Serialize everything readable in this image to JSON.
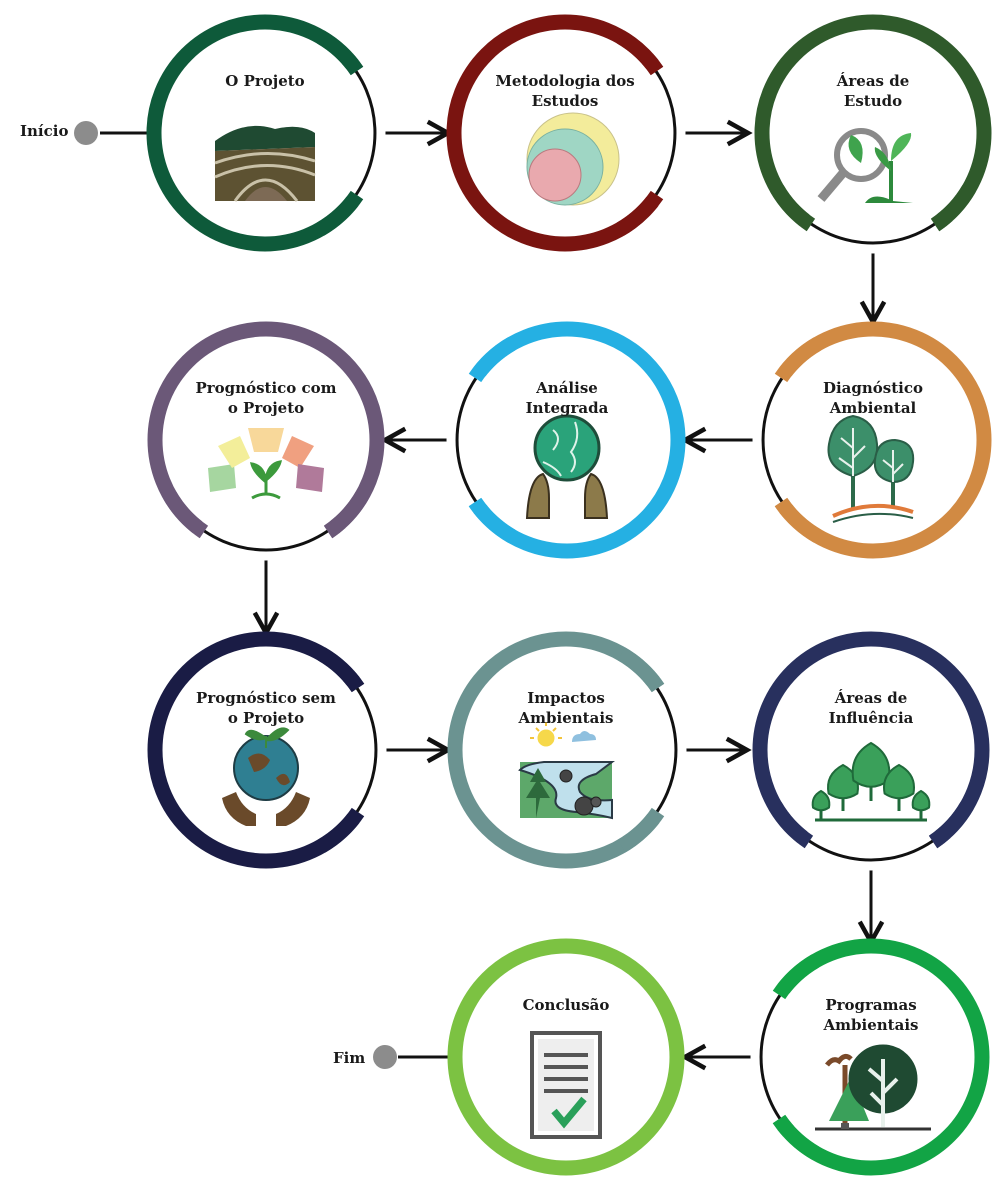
{
  "start_label": "Início",
  "end_label": "Fim",
  "nodes": [
    {
      "id": "projeto",
      "title": "O Projeto",
      "color": "#0e5a3a",
      "icon": "soil-layers-icon"
    },
    {
      "id": "metodologia",
      "title": "Metodologia dos\nEstudos",
      "color": "#7a1410",
      "icon": "nested-circles-icon"
    },
    {
      "id": "areas-estudo",
      "title": "Áreas de\nEstudo",
      "color": "#2f5a2b",
      "icon": "magnifier-sprout-icon"
    },
    {
      "id": "diagnostico",
      "title": "Diagnóstico\nAmbiental",
      "color": "#d18a43",
      "icon": "trees-icon"
    },
    {
      "id": "analise",
      "title": "Análise\nIntegrada",
      "color": "#25b0e3",
      "icon": "hands-globe-icon"
    },
    {
      "id": "prog-com",
      "title": "Prognóstico com\no Projeto",
      "color": "#6b5878",
      "icon": "gauge-sprout-icon"
    },
    {
      "id": "prog-sem",
      "title": "Prognóstico sem\no Projeto",
      "color": "#1a1c45",
      "icon": "hands-earth-icon"
    },
    {
      "id": "impactos",
      "title": "Impactos\nAmbientais",
      "color": "#6b9391",
      "icon": "landscape-icon"
    },
    {
      "id": "areas-influencia",
      "title": "Áreas de\nInfluência",
      "color": "#28305e",
      "icon": "forest-icon"
    },
    {
      "id": "programas",
      "title": "Programas\nAmbientais",
      "color": "#12a445",
      "icon": "tree-factory-icon"
    },
    {
      "id": "conclusao",
      "title": "Conclusão",
      "color": "#7cc242",
      "icon": "checklist-icon"
    }
  ]
}
